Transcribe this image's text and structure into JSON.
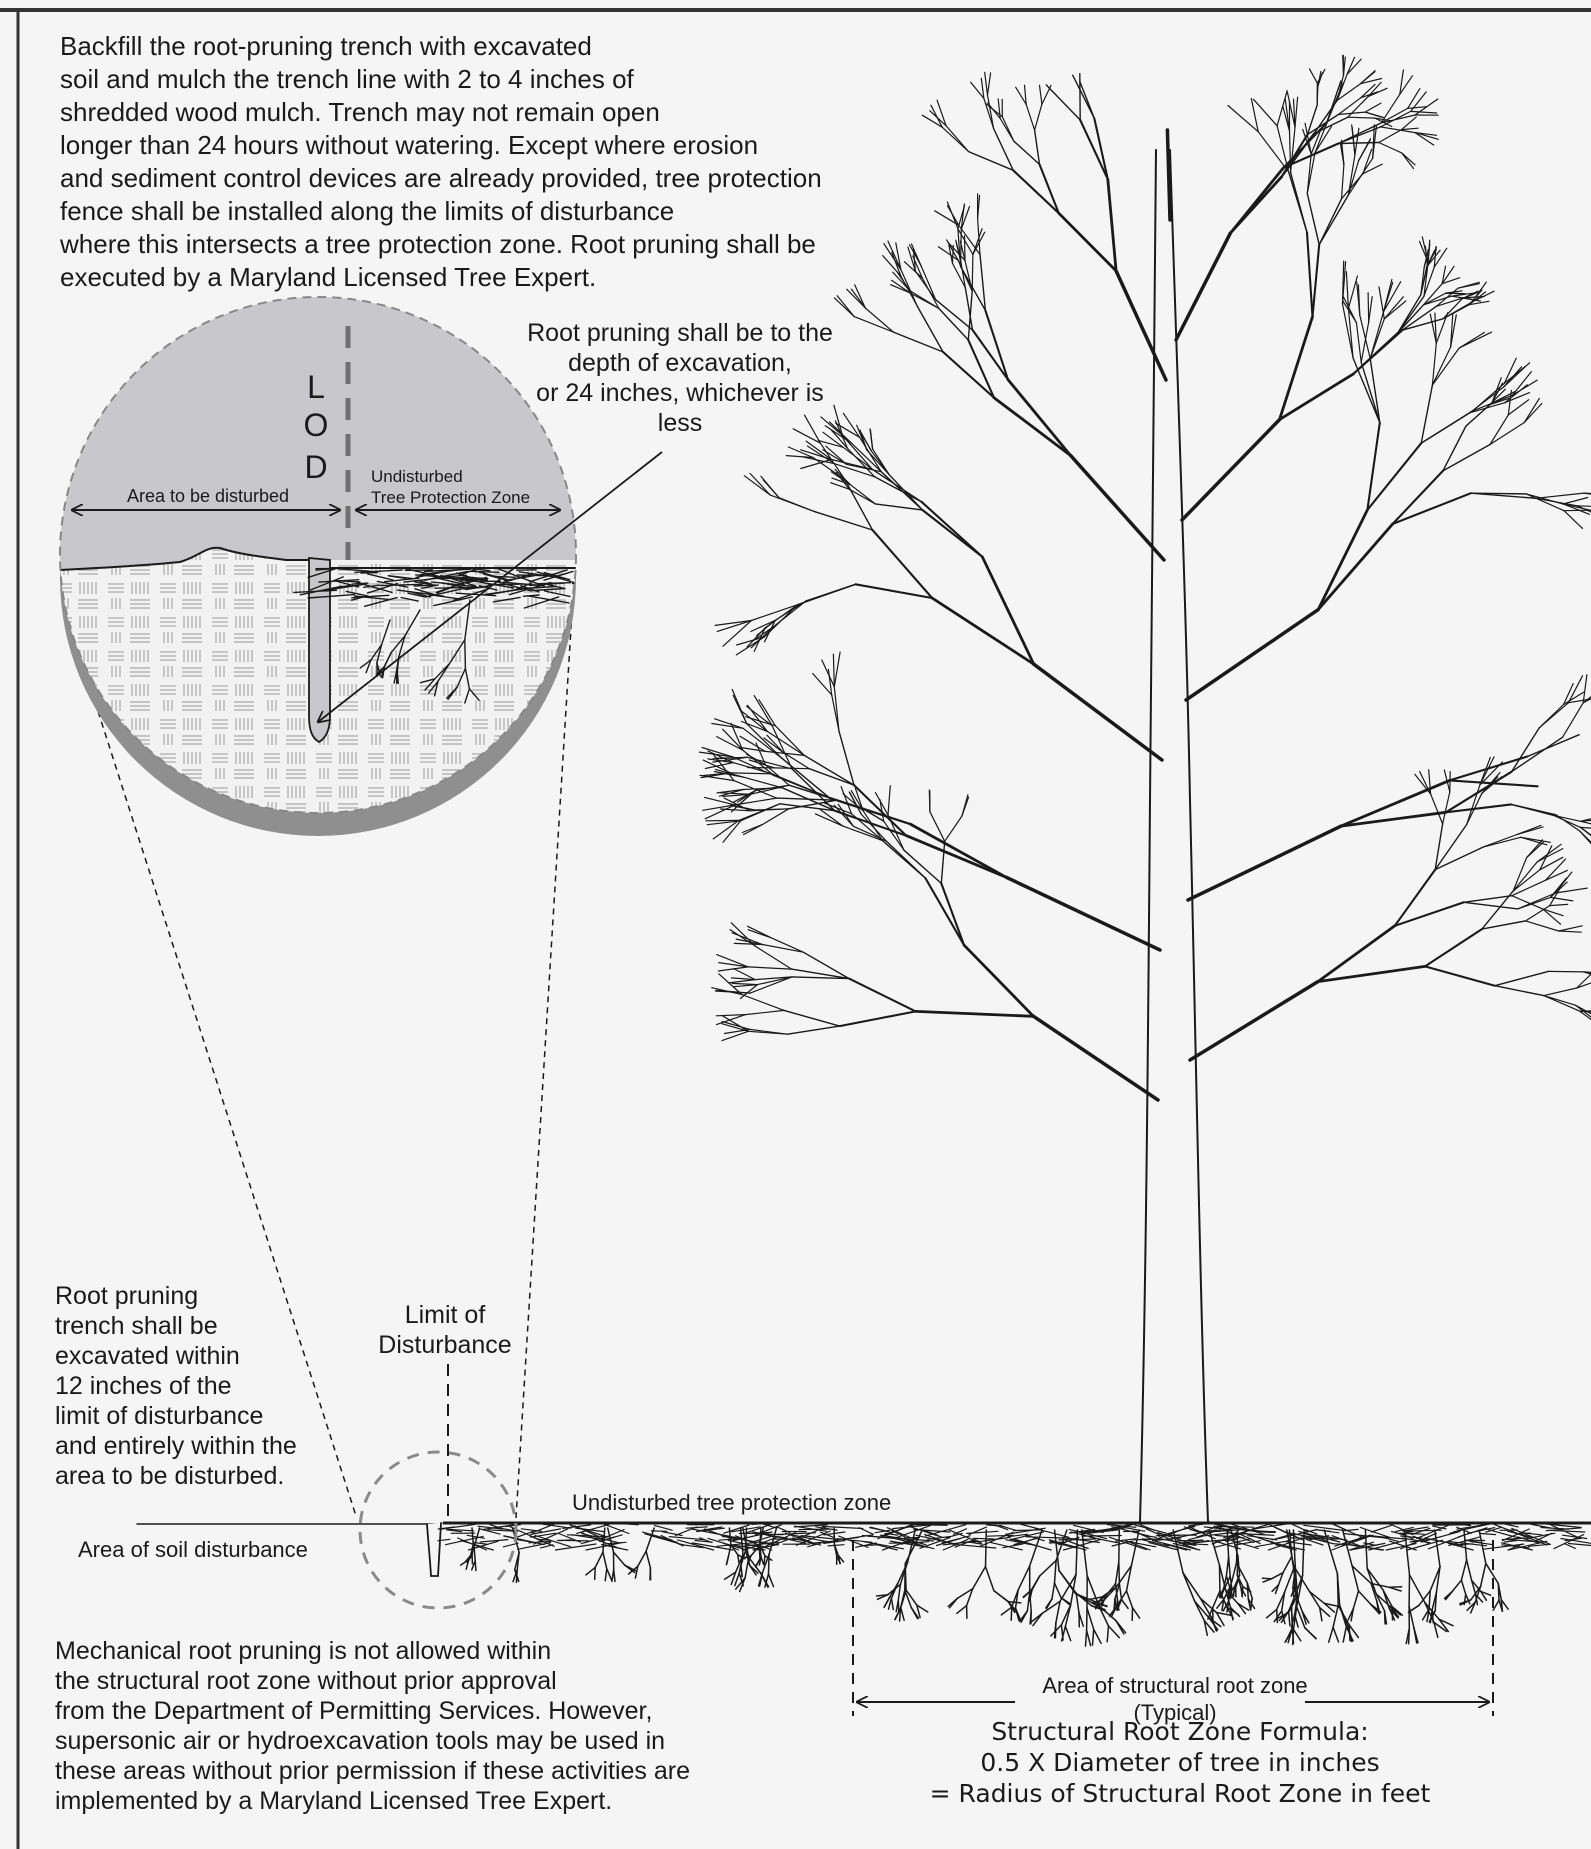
{
  "intro_text": [
    "Backfill the root-pruning trench with excavated",
    "soil and mulch the trench line with 2 to 4 inches of",
    "shredded wood mulch.  Trench may not remain open",
    "longer than 24 hours without watering.  Except where erosion",
    "and sediment control devices are already provided, tree protection",
    "fence shall be installed along the limits of disturbance",
    "where this intersects a tree protection zone. Root pruning shall be",
    "executed by a Maryland Licensed Tree Expert."
  ],
  "root_pruning_depth_note": [
    "Root pruning shall be to the",
    "depth of excavation,",
    "or 24 inches, whichever is",
    "less"
  ],
  "detail_inset": {
    "lod_letters": [
      "L",
      "O",
      "D"
    ],
    "area_disturbed_label": "Area to be disturbed",
    "undisturbed_label_line1": "Undisturbed",
    "undisturbed_label_line2": "Tree Protection Zone"
  },
  "trench_note": [
    "Root pruning",
    "trench shall be",
    "excavated within",
    "12 inches of the",
    "limit of disturbance",
    "and entirely within the",
    "area to be disturbed."
  ],
  "limit_of_disturbance_label": [
    "Limit of",
    "Disturbance"
  ],
  "undisturbed_zone_label": "Undisturbed tree protection zone",
  "soil_disturbance_label": "Area of soil disturbance",
  "structural_root_zone_label": [
    "Area of structural root zone",
    "(Typical)"
  ],
  "mechanical_note": [
    "Mechanical root pruning is not allowed within",
    "the structural root zone without prior approval",
    "from the Department of Permitting Services. However,",
    "supersonic air or hydroexcavation tools may be used in",
    "these areas without prior permission if these activities are",
    "implemented by a Maryland Licensed Tree Expert."
  ],
  "formula": [
    "Structural Root Zone Formula:",
    "0.5 X Diameter of tree in inches",
    "= Radius of Structural Root Zone in feet"
  ],
  "colors": {
    "background": "#f5f5f5",
    "line": "#1a1a1a",
    "inset_sky": "#c8c8cc",
    "inset_rim": "#8f8f8f",
    "lod_dash": "#707070"
  }
}
